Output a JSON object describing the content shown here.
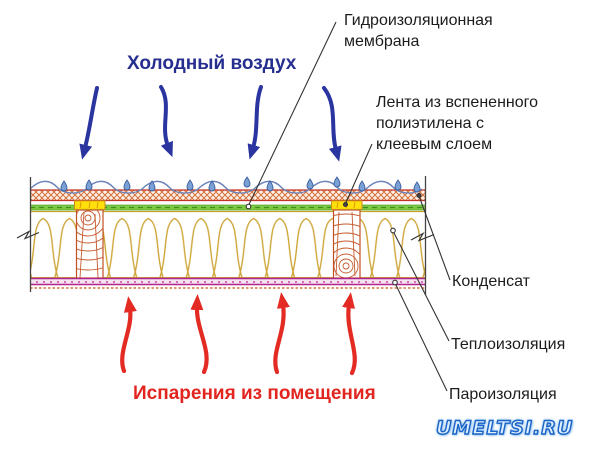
{
  "flow_labels": {
    "cold_air": "Холодный воздух",
    "vapor_from_room": "Испарения из помещения"
  },
  "callouts": {
    "membrane": {
      "lines": [
        "Гидроизоляционная",
        "мембрана"
      ]
    },
    "tape": {
      "lines": [
        "Лента из вспененного",
        "полиэтилена с",
        "клеевым слоем"
      ]
    },
    "condensate": {
      "text": "Конденсат"
    },
    "insulation": {
      "text": "Теплоизоляция"
    },
    "vapor_barrier": {
      "text": "Пароизоляция"
    }
  },
  "watermark": "UMELTSI.RU",
  "colors": {
    "cold_air_text": "#262e8f",
    "cold_air_arrow": "#2a35a0",
    "vapor_text": "#e3251f",
    "vapor_arrow": "#e32b24",
    "callout_text": "#1c1c1c",
    "membrane_green": "#6fc243",
    "insulation_gold": "#cfa63a",
    "deck_hatch_orange": "#d4703a",
    "deck_edge_red": "#c13326",
    "vapor_barrier_magenta": "#b1258f",
    "wood_grain": "#c65b2e",
    "tape_yellow": "#ffe00a",
    "droplet_blue": "#7aa0d4",
    "wave_blue": "#6b84b8",
    "watermark_blue": "#1b64c8"
  }
}
